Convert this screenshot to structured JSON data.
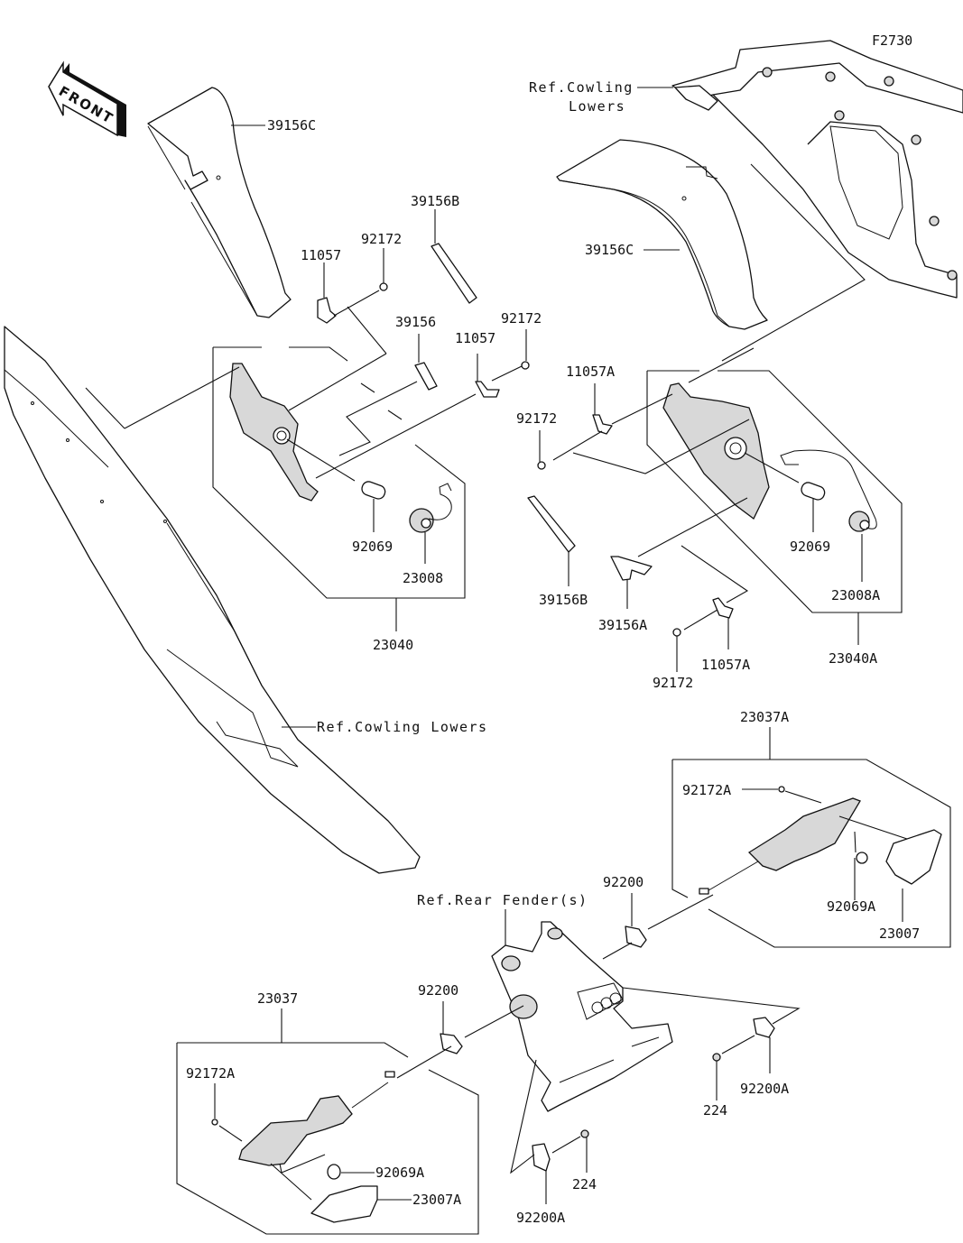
{
  "diagram": {
    "figure_code": "F2730",
    "front_indicator": "FRONT",
    "references": {
      "cowling_lowers_top": [
        "Ref.Cowling",
        "Lowers"
      ],
      "cowling_lowers_left": "Ref.Cowling Lowers",
      "rear_fender": "Ref.Rear Fender(s)"
    },
    "labels": {
      "p39156C_left": "39156C",
      "p39156C_right": "39156C",
      "p39156B_top": "39156B",
      "p39156B_bottom": "39156B",
      "p39156": "39156",
      "p39156A": "39156A",
      "p11057_a": "11057",
      "p11057_b": "11057",
      "p11057A_top": "11057A",
      "p11057A_bottom": "11057A",
      "p92172_a": "92172",
      "p92172_b": "92172",
      "p92172_c": "92172",
      "p92172_d": "92172",
      "p92069_left": "92069",
      "p92069_right": "92069",
      "p23008": "23008",
      "p23008A": "23008A",
      "p23040": "23040",
      "p23040A": "23040A",
      "p23037A": "23037A",
      "p92172A_right": "92172A",
      "p92069A_right": "92069A",
      "p23007": "23007",
      "p92200_right": "92200",
      "p92200_left": "92200",
      "p224_right": "224",
      "p224_bottom": "224",
      "p92200A_right": "92200A",
      "p92200A_bottom": "92200A",
      "p23037": "23037",
      "p92172A_left": "92172A",
      "p92069A_left": "92069A",
      "p23007A": "23007A"
    }
  }
}
